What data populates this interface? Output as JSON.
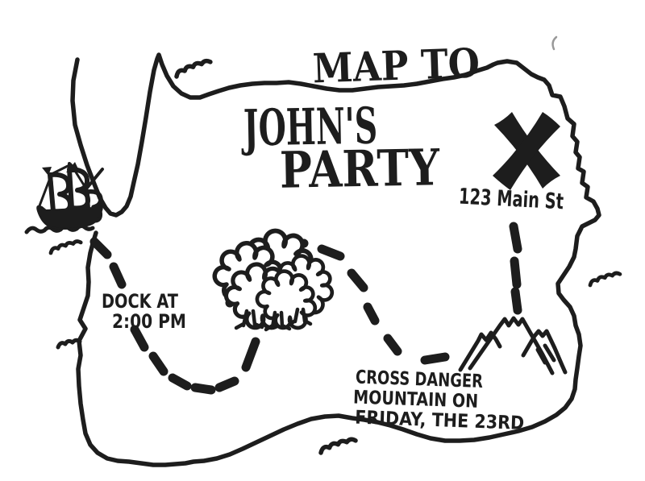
{
  "page": {
    "background": "#ffffff",
    "ink_color": "#1d1d1d",
    "description": "Hand-drawn treasure-style party invitation map"
  },
  "title": {
    "line1": "MAP TO"
  },
  "heading": {
    "line1": "JOHN'S",
    "line2": "PARTY"
  },
  "destination": {
    "marker": "X",
    "label": "123 Main St"
  },
  "notes": {
    "dock": {
      "line1": "DOCK AT",
      "line2": "2:00 PM"
    },
    "danger": {
      "line1": "CROSS DANGER",
      "line2": "MOUNTAIN ON",
      "line3": "FRIDAY, THE 23RD"
    }
  },
  "icons": {
    "ship": "pirate-ship-icon",
    "trees": "trees-icon",
    "mountain": "danger-mountain-icon",
    "marker": "x-marks-the-spot-icon",
    "waves": "water-wave-icon",
    "route": "dashed-route-path"
  }
}
